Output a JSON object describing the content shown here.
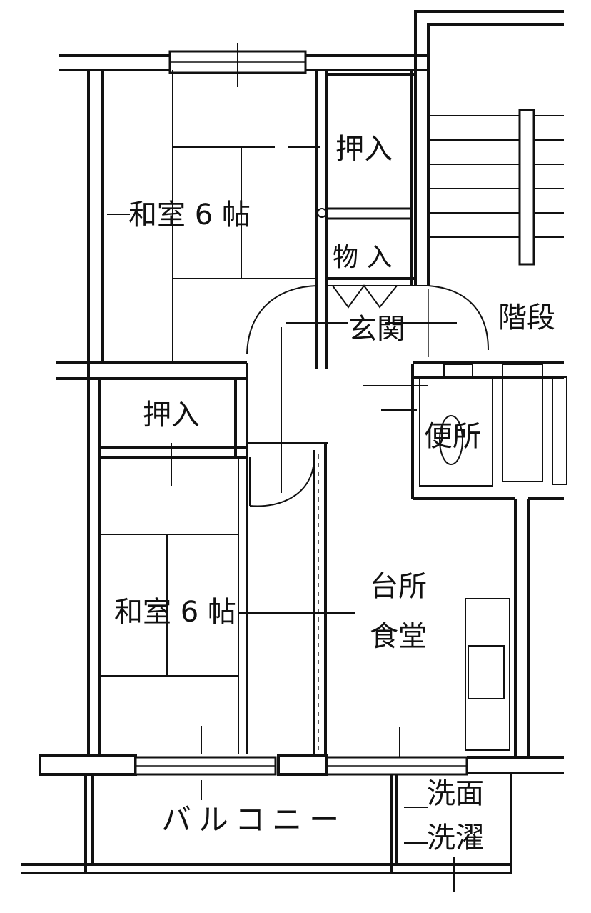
{
  "rooms": {
    "washitsu_top": "和室 6 帖",
    "washitsu_bottom": "和室 6 帖",
    "oshiire_top": "押入",
    "oshiire_left": "押入",
    "monoire": "物 入",
    "genkan": "玄関",
    "kaidan": "階段",
    "benjo": "便所",
    "daidokoro": "台所",
    "shokudo": "食堂",
    "balcony": "バルコニー",
    "senmen": "洗面",
    "sentaku": "洗濯"
  },
  "colors": {
    "line": "#111111",
    "background": "#ffffff"
  }
}
